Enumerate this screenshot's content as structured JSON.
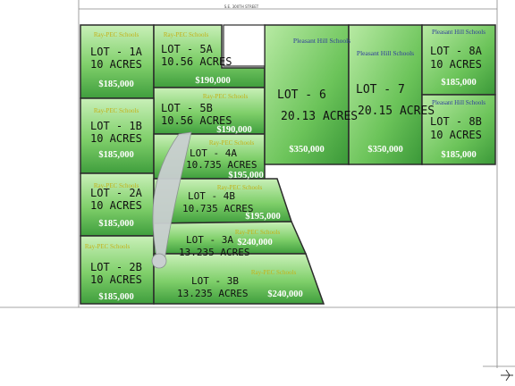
{
  "colors": {
    "lot_fill_light": "#aee69a",
    "lot_fill_dark": "#3fa83f",
    "boundary": "#333333",
    "driveway": "#c9cfd0",
    "ray_pec_text": "#c4b21a",
    "pleasant_hill_text": "#2e3c9c"
  },
  "school_districts": {
    "ray_pec": "Ray-PEC Schools",
    "pleasant_hill": "Pleasant Hill Schools"
  },
  "lots": [
    {
      "id": "1a",
      "name": "LOT - 1A",
      "acres": "10 ACRES",
      "price": "$185,000",
      "school": "Ray-PEC Schools"
    },
    {
      "id": "5a",
      "name": "LOT - 5A",
      "acres": "10.56 ACRES",
      "price": "$190,000",
      "school": "Ray-PEC Schools"
    },
    {
      "id": "5b",
      "name": "LOT - 5B",
      "acres": "10.56 ACRES",
      "price": "$190,000",
      "school": "Ray-PEC Schools"
    },
    {
      "id": "1b",
      "name": "LOT - 1B",
      "acres": "10 ACRES",
      "price": "$185,000",
      "school": "Ray-PEC Schools"
    },
    {
      "id": "4a",
      "name": "LOT - 4A",
      "acres": "10.735 ACRES",
      "price": "$195,000",
      "school": "Ray-PEC Schools"
    },
    {
      "id": "2a",
      "name": "LOT - 2A",
      "acres": "10 ACRES",
      "price": "$185,000",
      "school": "Ray-PEC Schools"
    },
    {
      "id": "4b",
      "name": "LOT - 4B",
      "acres": "10.735 ACRES",
      "price": "$195,000",
      "school": "Ray-PEC Schools"
    },
    {
      "id": "3a",
      "name": "LOT - 3A",
      "acres": "13.235 ACRES",
      "price": "$240,000",
      "school": "Ray-PEC Schools"
    },
    {
      "id": "2b",
      "name": "LOT - 2B",
      "acres": "10 ACRES",
      "price": "$185,000",
      "school": "Ray-PEC Schools"
    },
    {
      "id": "3b",
      "name": "LOT - 3B",
      "acres": "13.235 ACRES",
      "price": "$240,000",
      "school": "Ray-PEC Schools"
    },
    {
      "id": "6",
      "name": "LOT - 6",
      "acres": "20.13 ACRES",
      "price": "$350,000",
      "school": "Pleasant Hill Schools"
    },
    {
      "id": "7",
      "name": "LOT - 7",
      "acres": "20.15 ACRES",
      "price": "$350,000",
      "school": "Pleasant Hill Schools"
    },
    {
      "id": "8a",
      "name": "LOT - 8A",
      "acres": "10 ACRES",
      "price": "$185,000",
      "school": "Pleasant Hill Schools"
    },
    {
      "id": "8b",
      "name": "LOT - 8B",
      "acres": "10 ACRES",
      "price": "$185,000",
      "school": "Pleasant Hill Schools"
    }
  ],
  "street_label": "S.E. 300TH STREET"
}
